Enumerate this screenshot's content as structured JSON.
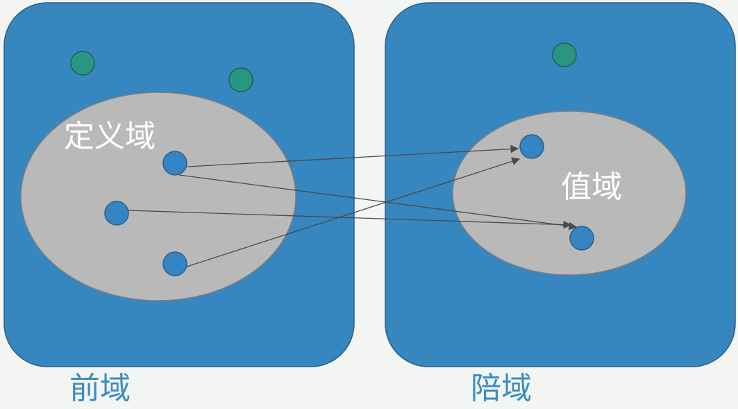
{
  "colors": {
    "box_fill": "#3687c0",
    "box_stroke": "#2a5f86",
    "ellipse_fill": "#b9b9b9",
    "ellipse_stroke": "#7d7d7d",
    "element_fill": "#3584c4",
    "outside_element_fill": "#2a9682",
    "arrow_color": "#4a4a4a",
    "outer_label_color": "#3a8dc3",
    "inner_label_color": "#ffffff"
  },
  "left_set": {
    "inner_label": "定义域",
    "outer_label": "前域"
  },
  "right_set": {
    "inner_label": "值域",
    "outer_label": "陪域"
  }
}
